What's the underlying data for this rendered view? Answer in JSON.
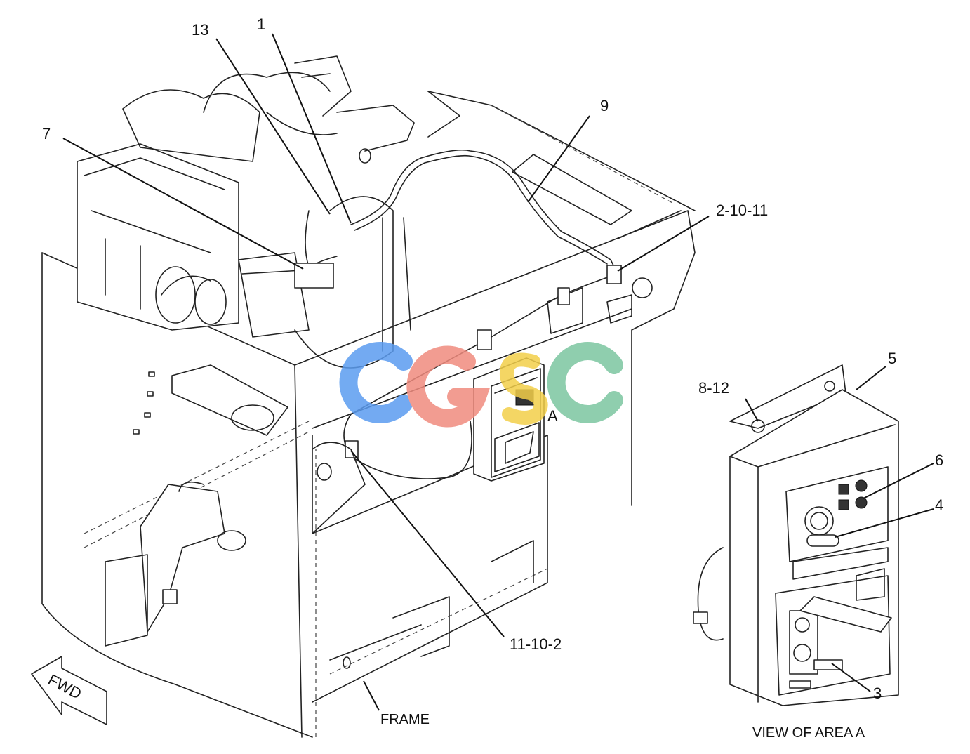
{
  "watermark": {
    "text": "CGSC",
    "colors": [
      "#5b9cf0",
      "#f08b7e",
      "#f3cf4a",
      "#7cc6a0"
    ]
  },
  "callouts": [
    {
      "id": "c13",
      "label": "13"
    },
    {
      "id": "c1",
      "label": "1"
    },
    {
      "id": "c7",
      "label": "7"
    },
    {
      "id": "c9",
      "label": "9"
    },
    {
      "id": "c21011",
      "label": "2-10-11"
    },
    {
      "id": "c11102",
      "label": "11-10-2"
    },
    {
      "id": "c812",
      "label": "8-12"
    },
    {
      "id": "c5",
      "label": "5"
    },
    {
      "id": "c6",
      "label": "6"
    },
    {
      "id": "c4",
      "label": "4"
    },
    {
      "id": "c3",
      "label": "3"
    }
  ],
  "area_marker": "A",
  "frame_label": "FRAME",
  "view_caption": "VIEW OF AREA A",
  "fwd_arrow_label": "FWD"
}
